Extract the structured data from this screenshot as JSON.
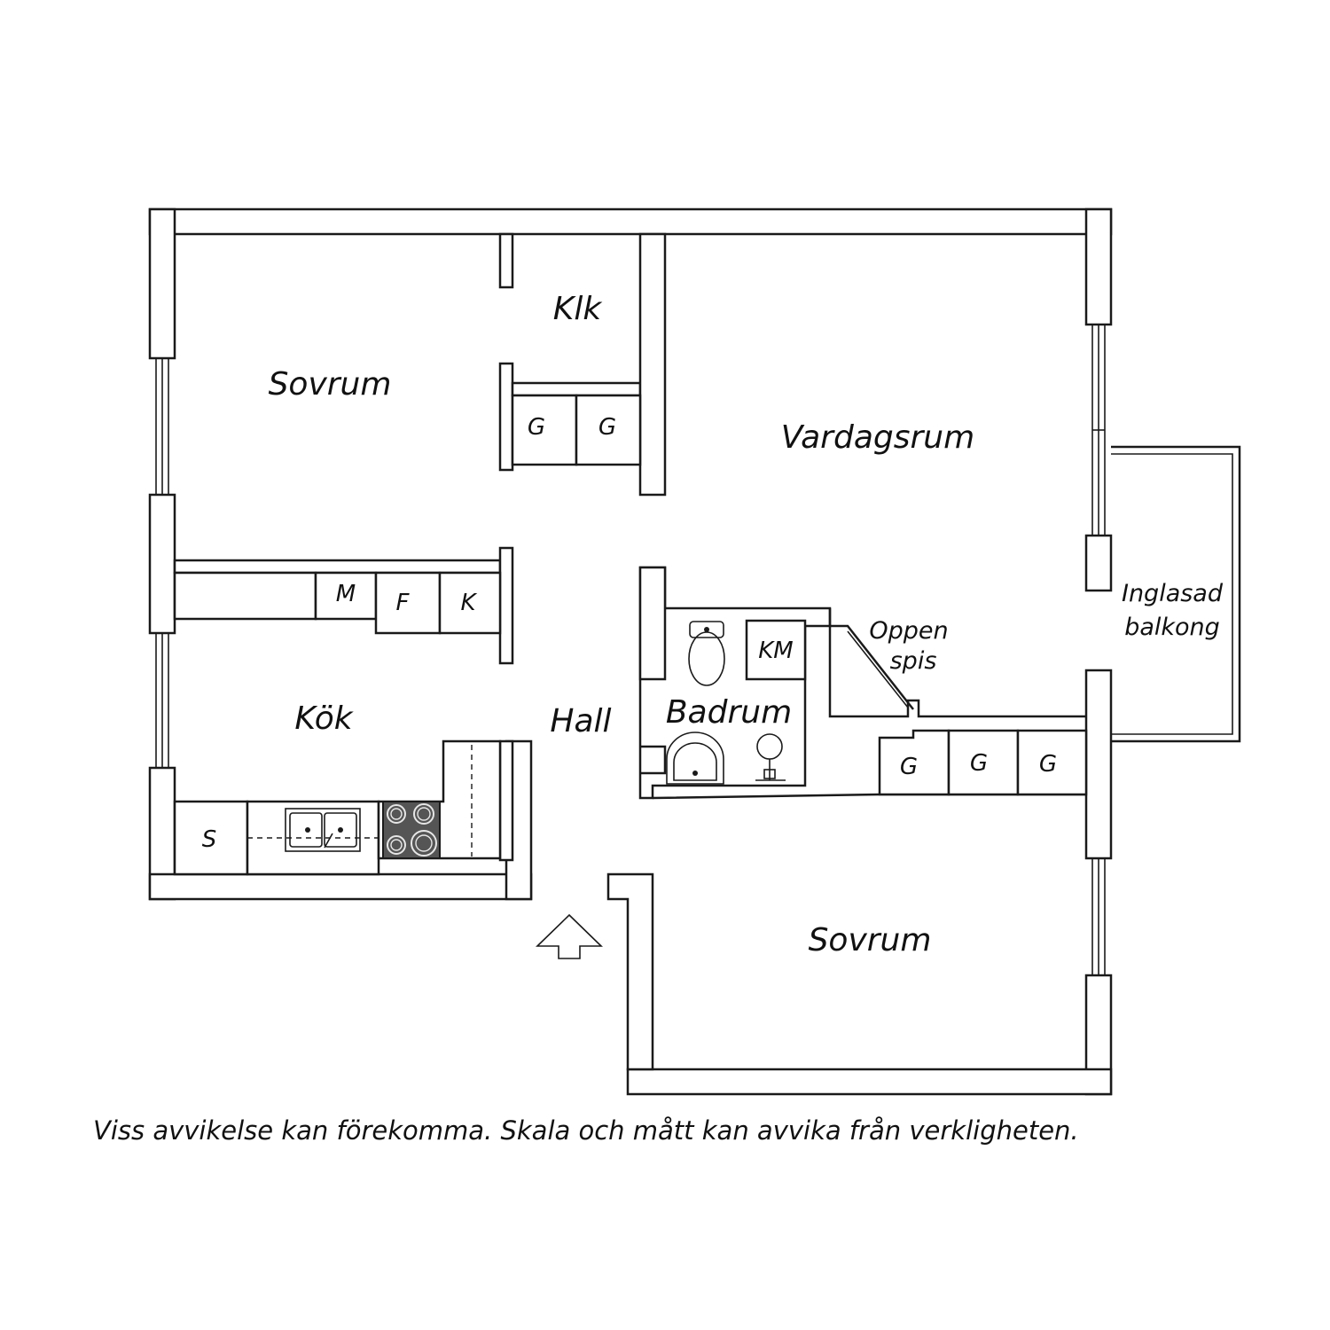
{
  "rooms": {
    "sovrum_top": "Sovrum",
    "klk": "Klk",
    "vardagsrum": "Vardagsrum",
    "kok": "Kök",
    "hall": "Hall",
    "badrum": "Badrum",
    "sovrum_bottom": "Sovrum",
    "balkong_line1": "Inglasad",
    "balkong_line2": "balkong",
    "oppen_spis_line1": "Oppen",
    "oppen_spis_line2": "spis"
  },
  "units": {
    "garderob": "G",
    "mikro": "M",
    "frys": "F",
    "kyl": "K",
    "tvattmaskin": "KM",
    "skap": "S"
  },
  "caption": "Viss avvikelse kan förekomma. Skala och mått kan avvika från verkligheten.",
  "icons": {
    "entrance": "entrance-arrow-icon",
    "toilet": "toilet-icon",
    "washbasin": "washbasin-icon",
    "shower": "shower-icon",
    "sink": "kitchen-sink-icon",
    "stove": "stove-icon"
  },
  "colors": {
    "line": "#1a1a1a",
    "stove": "#555555",
    "background": "#ffffff"
  }
}
